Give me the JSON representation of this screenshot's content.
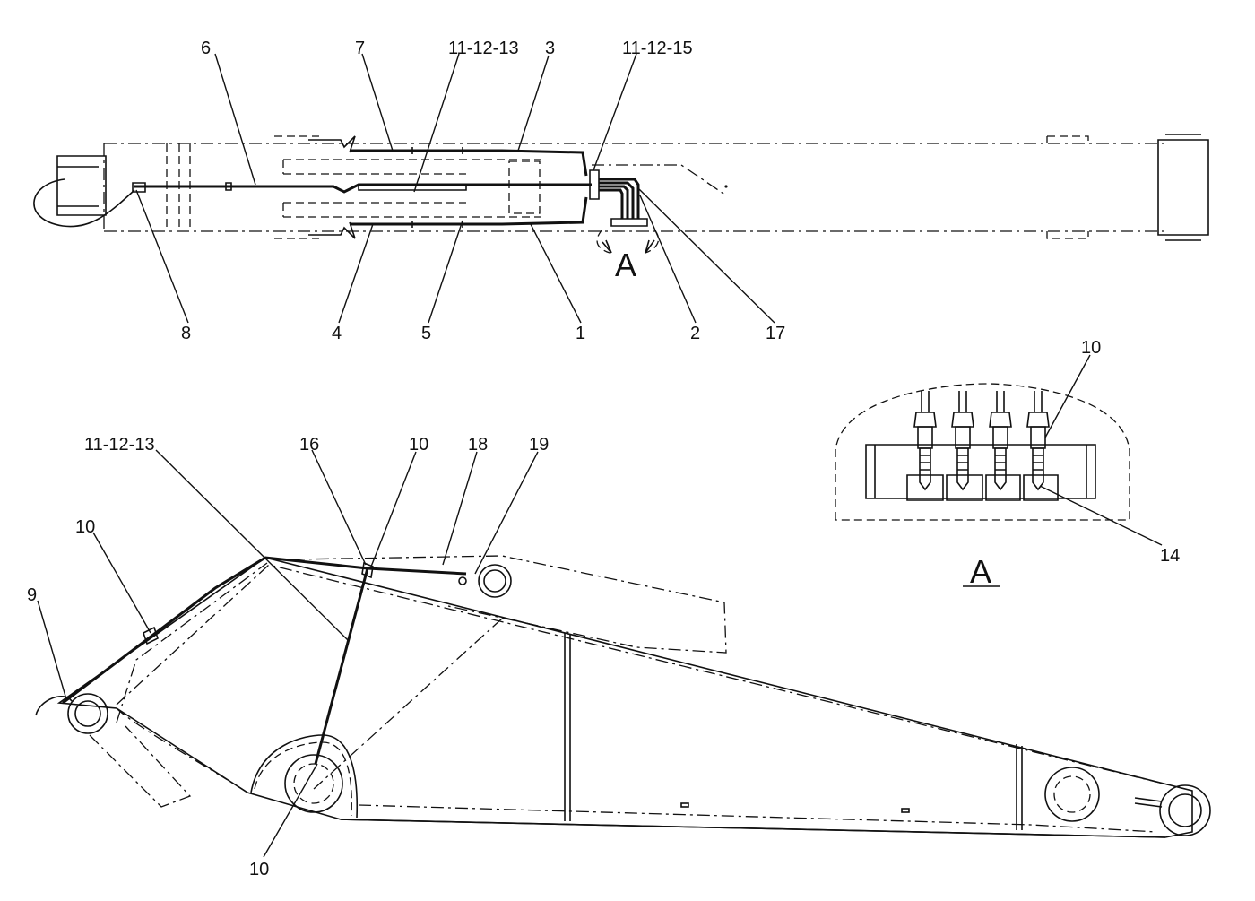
{
  "top_view": {
    "callouts": {
      "c6": "6",
      "c7": "7",
      "c11_12_13": "11-12-13",
      "c3": "3",
      "c11_12_15": "11-12-15",
      "c8": "8",
      "c4": "4",
      "c5": "5",
      "c1": "1",
      "c2": "2",
      "c17": "17",
      "view_ref": "A"
    }
  },
  "detail_a": {
    "callouts": {
      "c10": "10",
      "c14": "14"
    },
    "title": "A"
  },
  "side_view": {
    "callouts": {
      "c11_12_13": "11-12-13",
      "c16": "16",
      "c10_top": "10",
      "c18": "18",
      "c19": "19",
      "c10_left": "10",
      "c9": "9",
      "c10_bottom": "10"
    }
  }
}
